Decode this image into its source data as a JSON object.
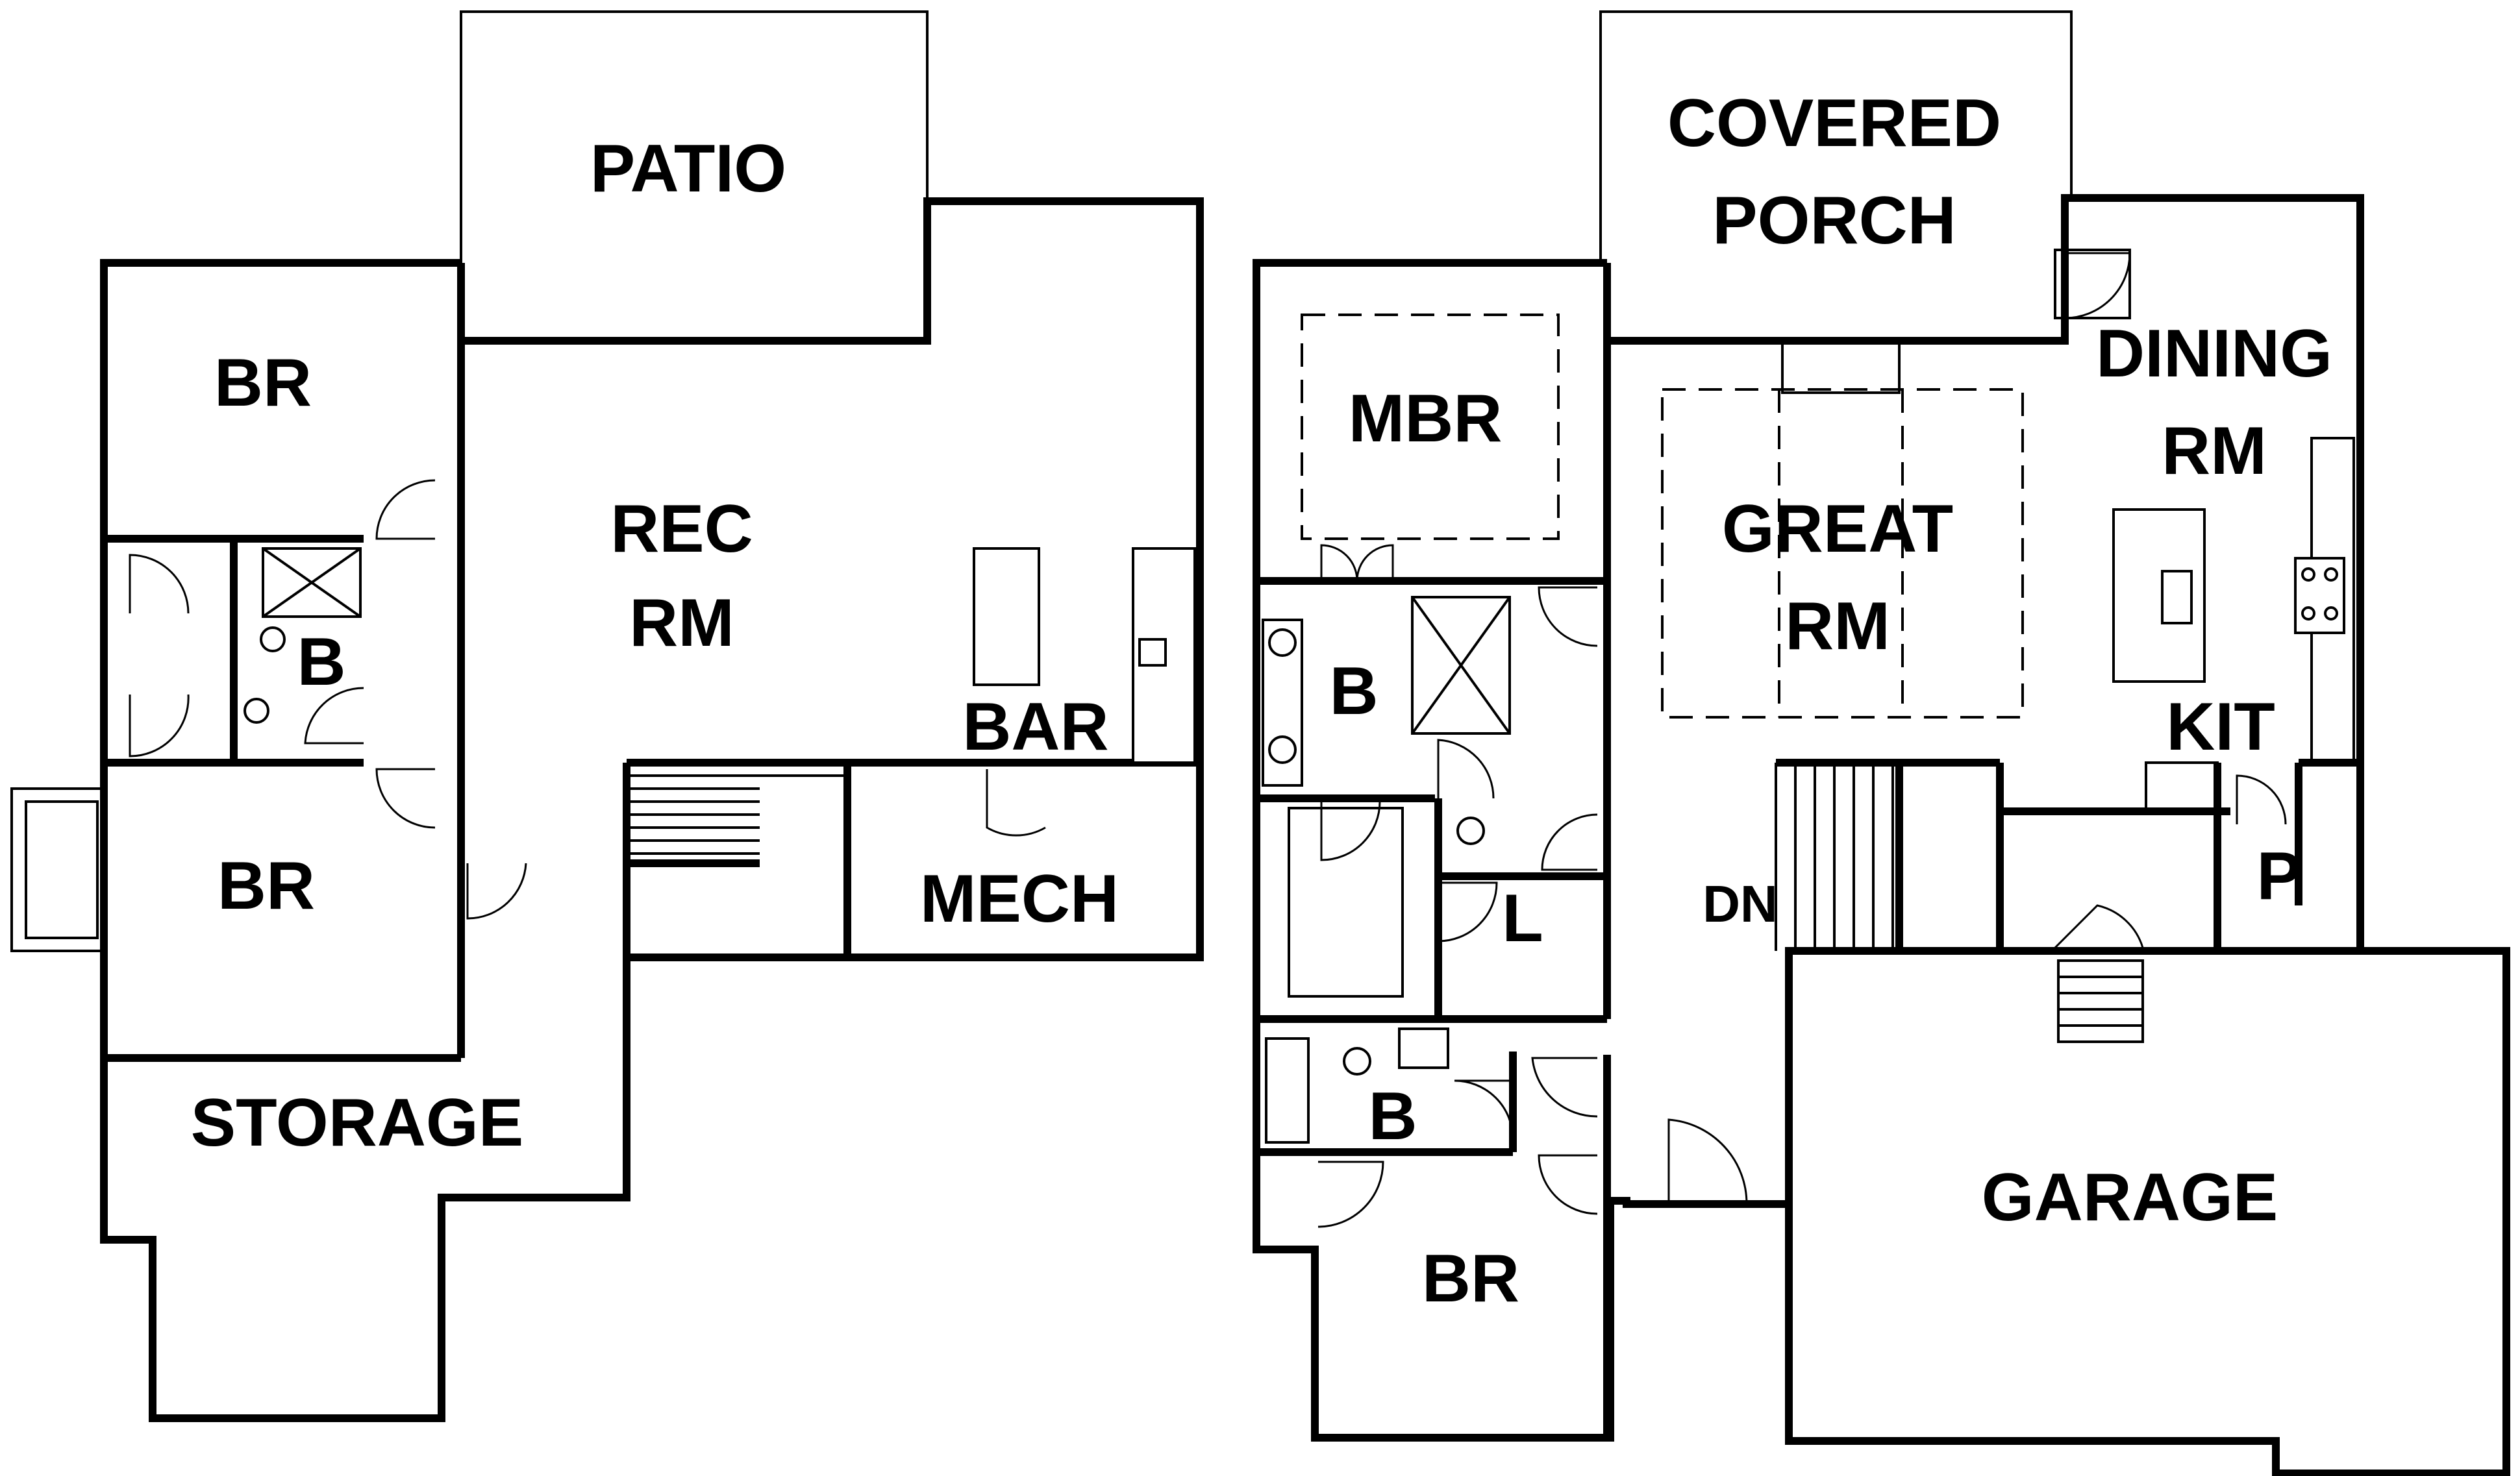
{
  "lower_level": {
    "patio": "PATIO",
    "br_top": "BR",
    "rec_rm_line1": "REC",
    "rec_rm_line2": "RM",
    "bath": "B",
    "bar": "BAR",
    "br_bottom": "BR",
    "mech": "MECH",
    "storage": "STORAGE"
  },
  "main_level": {
    "covered_porch_line1": "COVERED",
    "covered_porch_line2": "PORCH",
    "mbr": "MBR",
    "dining_line1": "DINING",
    "dining_line2": "RM",
    "great_rm_line1": "GREAT",
    "great_rm_line2": "RM",
    "master_bath": "B",
    "kit": "KIT",
    "laundry": "L",
    "pantry": "P",
    "dn": "DN",
    "hall_bath": "B",
    "br": "BR",
    "garage": "GARAGE"
  }
}
